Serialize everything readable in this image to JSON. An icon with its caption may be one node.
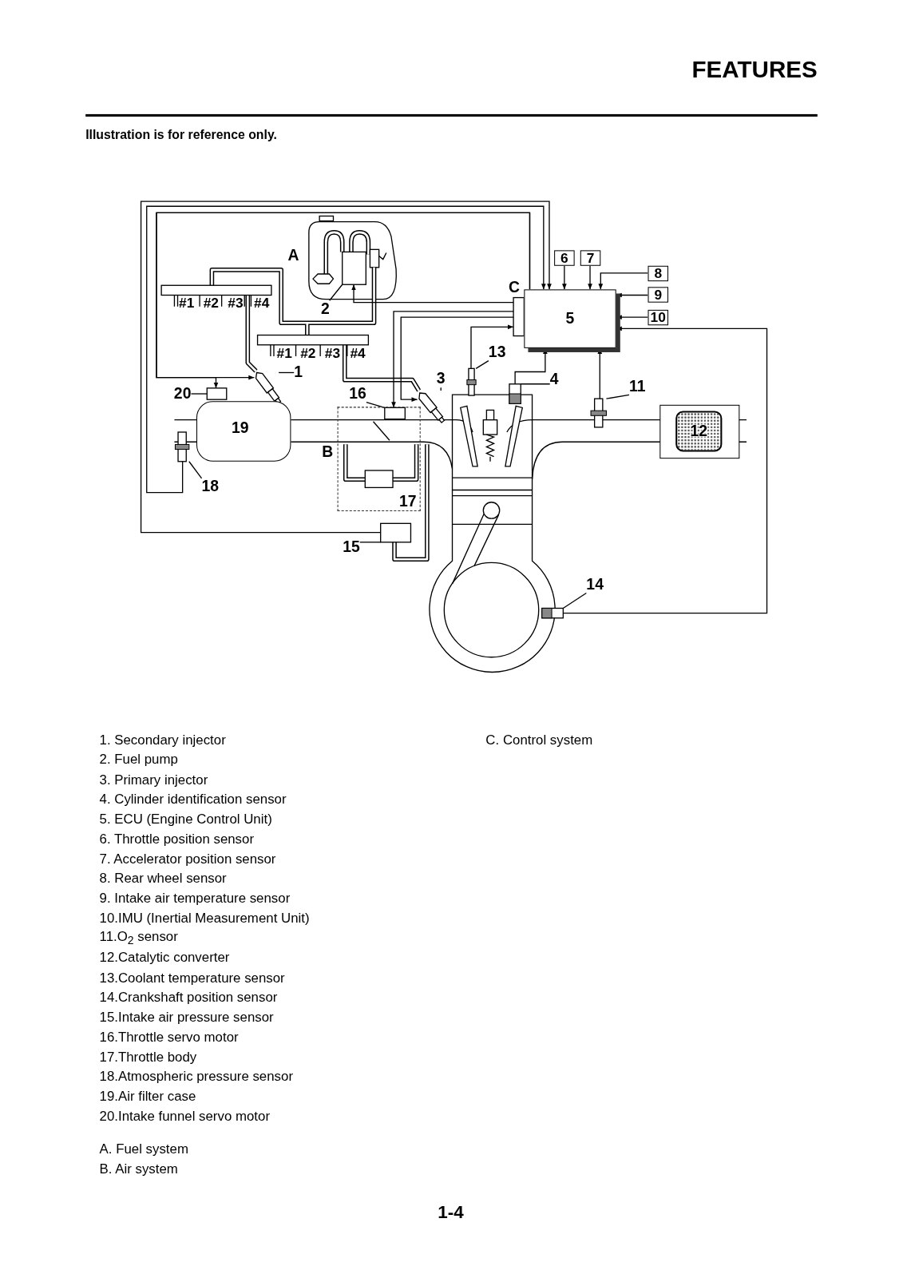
{
  "diagram": {
    "title": "FEATURES",
    "nodes": [
      {
        "text": [
          "5"
        ]
      },
      {
        "text": [
          "6"
        ]
      },
      {
        "text": [
          "7"
        ]
      },
      {
        "text": [
          "8"
        ]
      },
      {
        "text": [
          "9"
        ]
      },
      {
        "text": [
          "10"
        ]
      },
      {
        "text": [
          "12"
        ]
      },
      {
        "text": [
          "19"
        ]
      },
      {
        "text": [
          "17"
        ]
      },
      {
        "text": [
          "1"
        ]
      },
      {
        "text": [
          "2"
        ]
      },
      {
        "text": [
          "3"
        ]
      },
      {
        "text": [
          "4"
        ]
      },
      {
        "text": [
          "11"
        ]
      },
      {
        "text": [
          "13"
        ]
      },
      {
        "text": [
          "14"
        ]
      },
      {
        "text": [
          "15"
        ]
      },
      {
        "text": [
          "16"
        ]
      },
      {
        "text": [
          "18"
        ]
      },
      {
        "text": [
          "20"
        ]
      },
      {
        "text": [],
        "shape": "box"
      },
      {
        "text": [],
        "shape": "box"
      },
      {
        "text": [],
        "shape": "box"
      },
      {
        "text": [],
        "shape": "box"
      },
      {
        "text": [],
        "shape": "box"
      },
      {
        "text": [],
        "shape": "box"
      },
      {
        "text": [],
        "shape": "box"
      },
      {
        "text": [],
        "shape": "box"
      },
      {
        "text": [],
        "shape": "box",
        "in": 8
      },
      {
        "text": [],
        "shape": "box"
      },
      {
        "text": [],
        "shape": "box"
      },
      {
        "text": [],
        "shape": "box"
      }
    ],
    "edges": [
      {
        "from": 1,
        "to": 0,
        "arrow": "to"
      },
      {
        "from": 2,
        "to": 0,
        "arrow": "to"
      },
      {
        "from": 3,
        "to": 0,
        "arrow": "to"
      },
      {
        "from": 4,
        "to": 0,
        "arrow": "to"
      },
      {
        "from": 5,
        "to": 0,
        "arrow": "to"
      },
      {
        "from": 9,
        "to": 20,
        "arrow": "none"
      },
      {
        "from": 10,
        "to": 21,
        "arrow": "none"
      },
      {
        "from": 11,
        "to": 22,
        "arrow": "none"
      },
      {
        "from": 12,
        "to": 23,
        "arrow": "none"
      },
      {
        "from": 13,
        "to": 24,
        "arrow": "none"
      },
      {
        "from": 14,
        "to": 25,
        "arrow": "none"
      },
      {
        "from": 15,
        "to": 26,
        "arrow": "none"
      },
      {
        "from": 16,
        "to": 27,
        "arrow": "none"
      },
      {
        "from": 17,
        "to": 28,
        "arrow": "none"
      },
      {
        "from": 18,
        "to": 29,
        "arrow": "none"
      },
      {
        "from": 19,
        "to": 30,
        "arrow": "none"
      },
      {
        "from": 27,
        "to": 0,
        "arrow": "to"
      },
      {
        "from": 29,
        "to": 0,
        "arrow": "to"
      },
      {
        "from": 0,
        "to": 20,
        "arrow": "to"
      },
      {
        "from": 0,
        "to": 30,
        "arrow": "to"
      },
      {
        "from": 31,
        "to": 21,
        "arrow": "to"
      },
      {
        "from": 31,
        "to": 28,
        "arrow": "to"
      },
      {
        "from": 31,
        "to": 22,
        "arrow": "to"
      },
      {
        "from": 25,
        "to": 31,
        "arrow": "to"
      },
      {
        "from": 23,
        "to": 0,
        "arrow": "to"
      },
      {
        "from": 24,
        "to": 0,
        "arrow": "to"
      },
      {
        "from": 26,
        "to": 0,
        "arrow": "to"
      }
    ],
    "labels": [
      "Illustration is for reference only.",
      "A",
      "#1",
      "#2",
      "#3",
      "#4",
      "C",
      "#1",
      "#2",
      "#3",
      "#4",
      "B",
      "1. Secondary injector",
      "2. Fuel pump",
      "3. Primary injector",
      "4. Cylinder identification sensor",
      "5. ECU (Engine Control Unit)",
      "6. Throttle position sensor",
      "7. Accelerator position sensor",
      "8. Rear wheel sensor",
      "9. Intake air temperature sensor",
      "10.IMU (Inertial Measurement Unit)",
      "11.O$_{2}$ sensor",
      "12.Catalytic converter",
      "13.Coolant temperature sensor",
      "14.Crankshaft position sensor",
      "15.Intake air pressure sensor",
      "16.Throttle servo motor",
      "17.Throttle body",
      "18.Atmospheric pressure sensor",
      "19.Air filter case",
      "20.Intake funnel servo motor",
      "C. Control system",
      "A. Fuel system",
      "B. Air system",
      "1-4"
    ]
  }
}
